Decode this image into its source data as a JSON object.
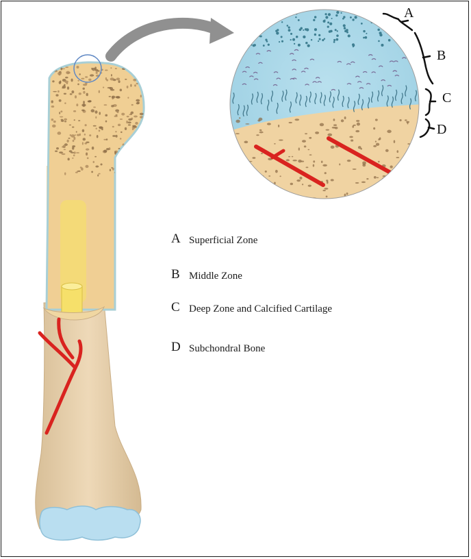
{
  "zones": [
    {
      "letter": "A",
      "label": "Superficial Zone"
    },
    {
      "letter": "B",
      "label": "Middle Zone"
    },
    {
      "letter": "C",
      "label": "Deep Zone and Calcified Cartilage"
    },
    {
      "letter": "D",
      "label": "Subchondral Bone"
    }
  ],
  "colors": {
    "bone_shaft": "#e8d2b0",
    "spongy_bone": "#f0cf94",
    "cartilage": "#a8d6e6",
    "marrow": "#f2d775",
    "vessel": "#d9231f",
    "arrow": "#8f8f8f"
  }
}
